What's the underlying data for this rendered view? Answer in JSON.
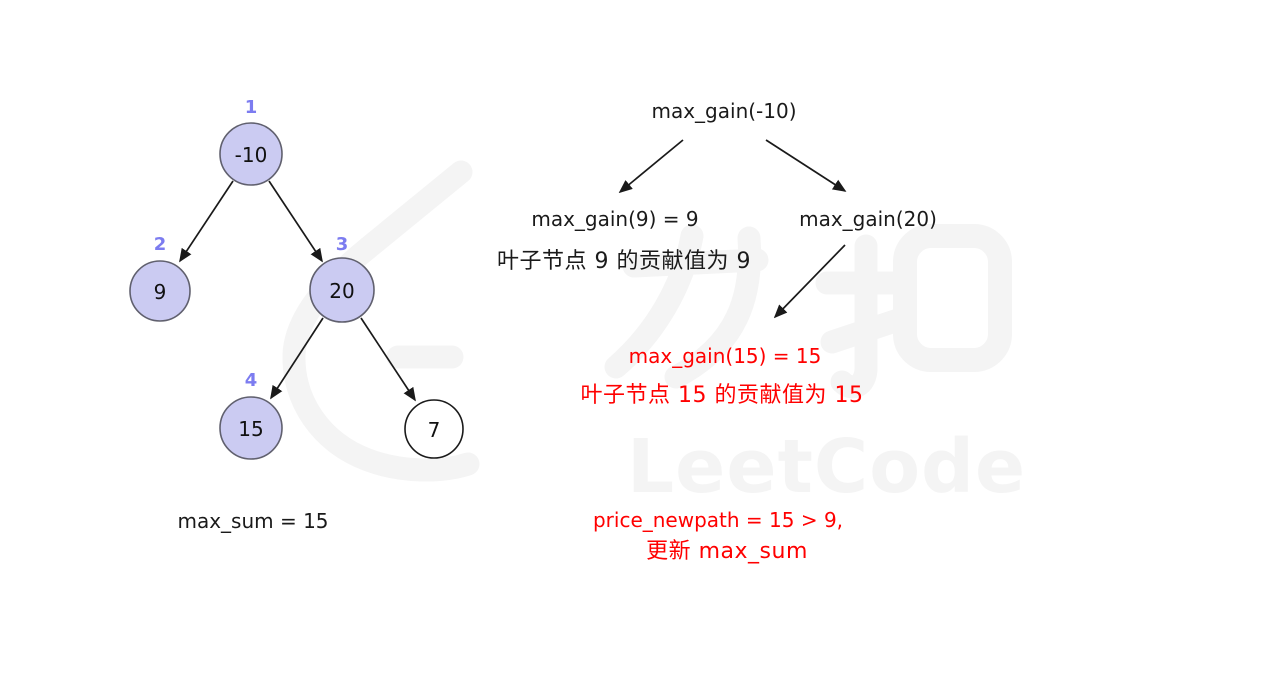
{
  "tree": {
    "nodes": [
      {
        "value": "-10",
        "order": "1"
      },
      {
        "value": "9",
        "order": "2"
      },
      {
        "value": "20",
        "order": "3"
      },
      {
        "value": "15",
        "order": "4"
      },
      {
        "value": "7",
        "order": ""
      }
    ],
    "result_label": "max_sum = 15"
  },
  "callouts": {
    "root_call": "max_gain(-10)",
    "left_result": "max_gain(9) = 9",
    "left_note": "叶子节点 9 的贡献值为 9",
    "right_call": "max_gain(20)",
    "right_left_result": "max_gain(15) = 15",
    "right_left_note": "叶子节点 15 的贡献值为 15",
    "update_line1": "price_newpath = 15 > 9,",
    "update_line2": "更新 max_sum"
  },
  "watermark": {
    "brand_text": "LeetCode",
    "cn_text": "力扣"
  },
  "colors": {
    "background": "#ffffff",
    "node_fill": "#cbcbf2",
    "node_stroke": "#60606e",
    "white_node_fill": "#ffffff",
    "edge_color": "#1a1a1a",
    "order_label_color": "#7c7cf0",
    "highlight_red": "#ff0000",
    "text_color": "#1a1a1a",
    "watermark_gray": "#f4f4f4"
  }
}
